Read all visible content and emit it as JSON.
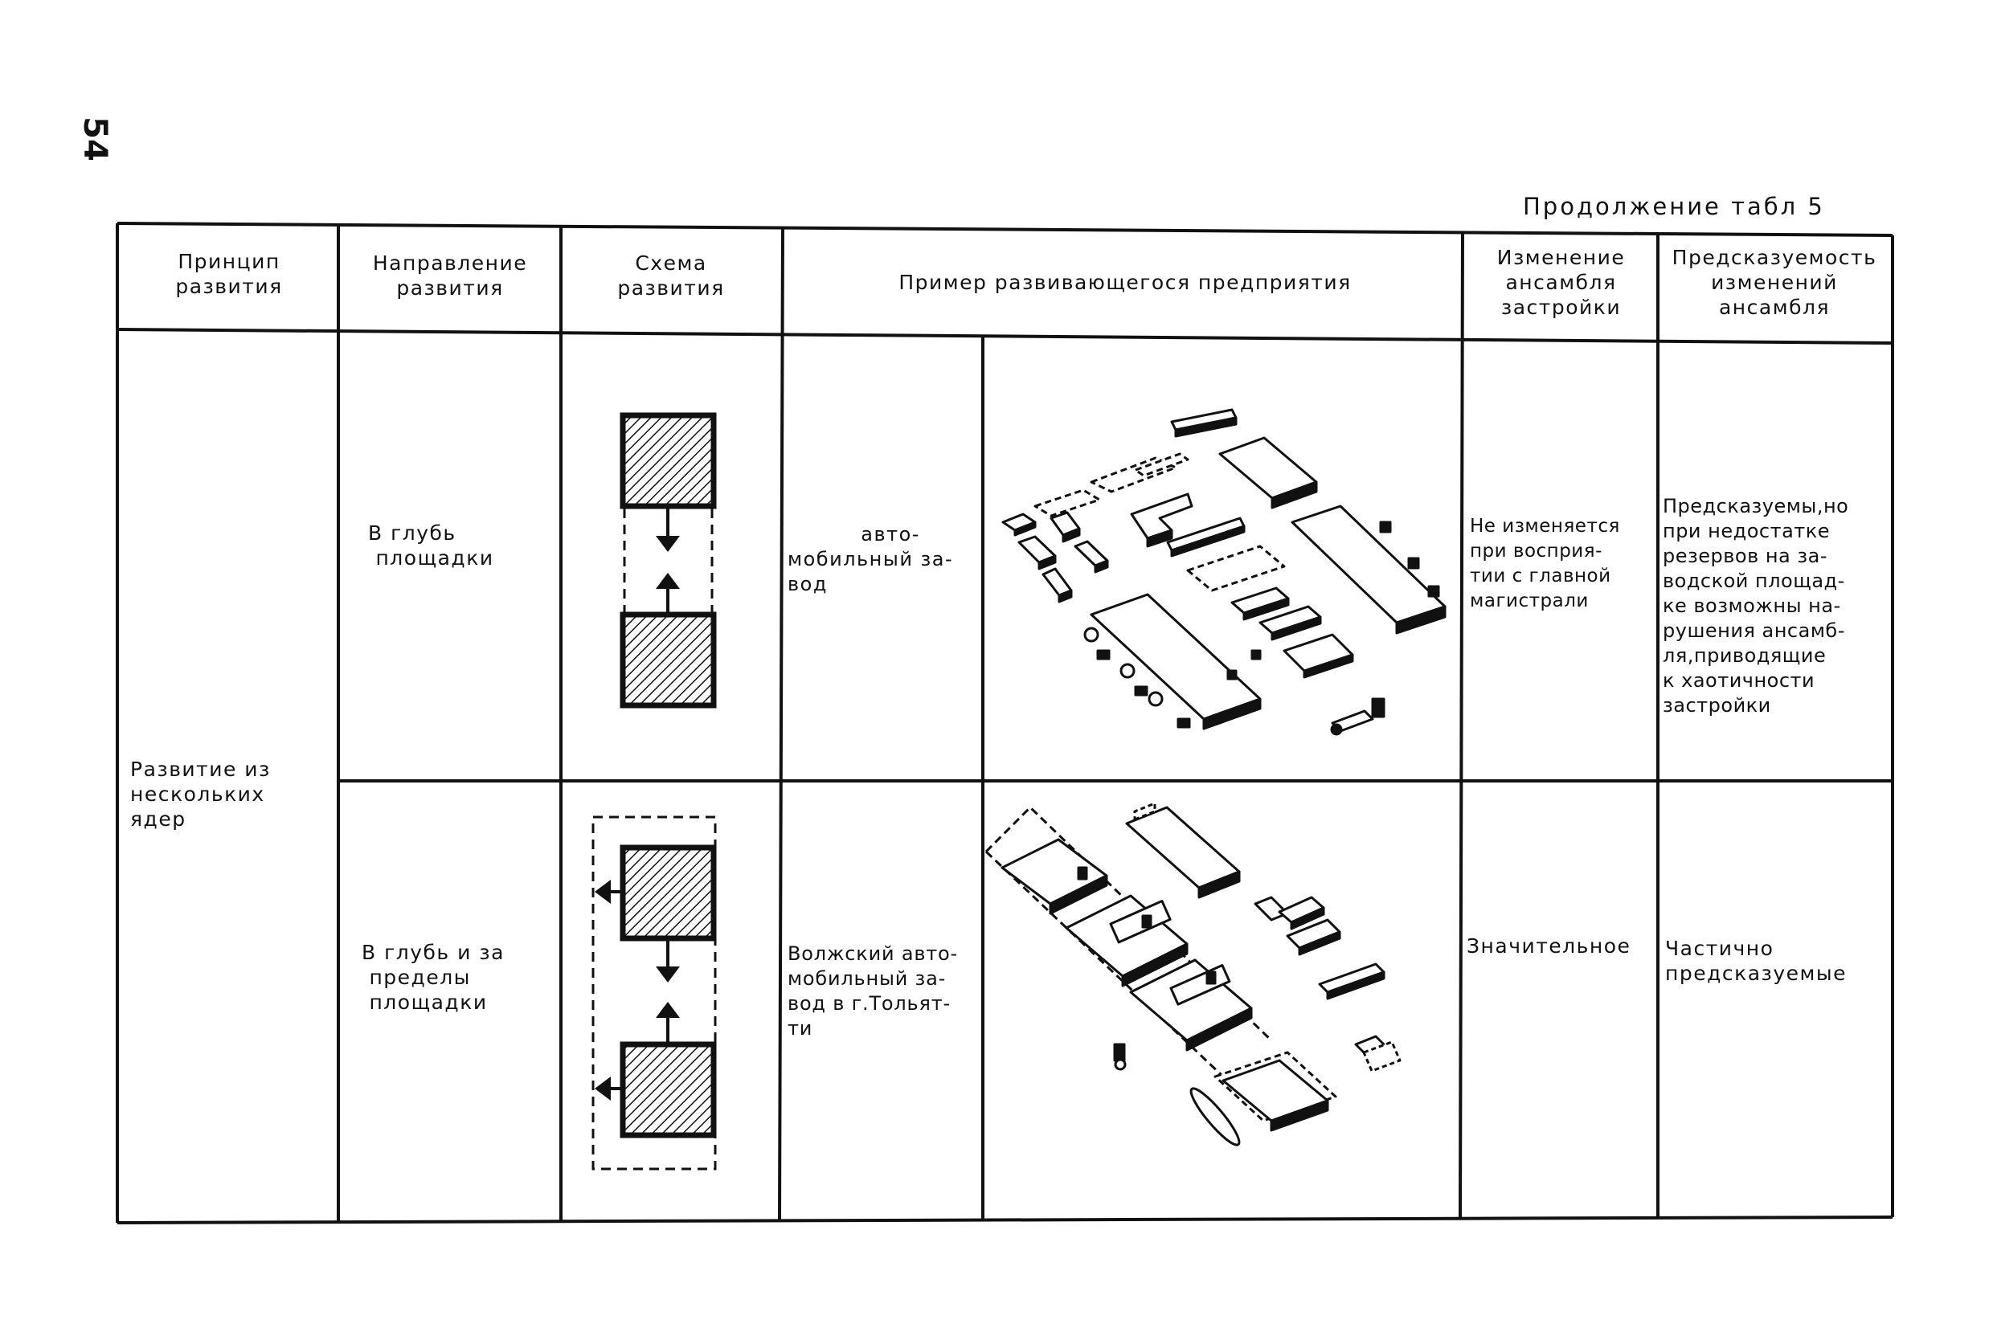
{
  "page_number": "54",
  "continuation_label": "Продолжение табл 5",
  "headers": {
    "principle": "Принцип\nразвития",
    "direction": "Направление\nразвития",
    "scheme": "Схема\nразвития",
    "example": "Пример развивающегося предприятия",
    "ensemble_change": "Изменение\nансамбля\nзастройки",
    "predictability": "Предсказуемость\nизменений\nансамбля"
  },
  "principle_value": "Развитие из\nнескольких\nядер",
  "rows": [
    {
      "direction": "В глубь\n площадки",
      "example_name": "          авто-\nмобильный за-\nвод",
      "ensemble_change": "Не изменяется\nпри восприя-\nтии с главной\nмагистрали",
      "predictability": "Предсказуемы,но\nпри недостатке\nрезервов на за-\nводской площад-\nке возможны на-\nрушения ансамб-\nля,приводящие\nк хаотичности\nзастройки"
    },
    {
      "direction": "В глубь и за\n пределы\n площадки",
      "example_name": "Волжский авто-\nмобильный за-\nвод в г.Тольят-\nти",
      "ensemble_change": "Значительное",
      "predictability": "Частично\nпредсказуемые"
    }
  ]
}
